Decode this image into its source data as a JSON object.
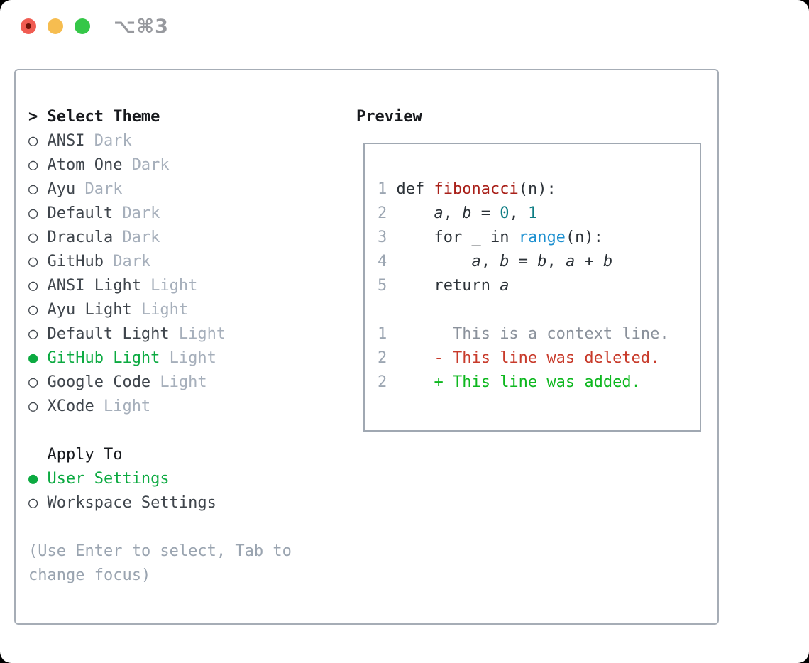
{
  "window": {
    "title": "⌥⌘3"
  },
  "palette": {
    "tl_red": "#f05c52",
    "tl_red_dot": "#6e1309",
    "tl_yellow": "#f6bd50",
    "tl_green": "#35c748",
    "title": "#97999e",
    "panel_border": "#a6adb6",
    "box_border": "#a0a8b2",
    "header": "#17191d",
    "item": "#3f454c",
    "muted": "#a6afbb",
    "selected": "#0caa41",
    "help": "#9aa4b0",
    "code": "#2c3238",
    "var": "#2c3238",
    "func": "#a92019",
    "num": "#0e7d84",
    "builtin": "#1b8fd0",
    "lineno": "#9ca6b2",
    "ctx": "#8a919b",
    "del": "#c83b2b",
    "add": "#0eb71f"
  },
  "glyphs": {
    "header_prefix": ">",
    "unselected_marker": "○",
    "selected_marker": "●"
  },
  "theme_panel": {
    "header": "Select Theme",
    "items": [
      {
        "label": "ANSI",
        "variant": "Dark",
        "selected": false
      },
      {
        "label": "Atom One",
        "variant": "Dark",
        "selected": false
      },
      {
        "label": "Ayu",
        "variant": "Dark",
        "selected": false
      },
      {
        "label": "Default",
        "variant": "Dark",
        "selected": false
      },
      {
        "label": "Dracula",
        "variant": "Dark",
        "selected": false
      },
      {
        "label": "GitHub",
        "variant": "Dark",
        "selected": false
      },
      {
        "label": "ANSI Light",
        "variant": "Light",
        "selected": false
      },
      {
        "label": "Ayu Light",
        "variant": "Light",
        "selected": false
      },
      {
        "label": "Default Light",
        "variant": "Light",
        "selected": false
      },
      {
        "label": "GitHub Light",
        "variant": "Light",
        "selected": true
      },
      {
        "label": "Google Code",
        "variant": "Light",
        "selected": false
      },
      {
        "label": "XCode",
        "variant": "Light",
        "selected": false
      }
    ]
  },
  "apply_panel": {
    "header": "Apply To",
    "options": [
      {
        "label": "User Settings",
        "selected": true
      },
      {
        "label": "Workspace Settings",
        "selected": false
      }
    ]
  },
  "help": {
    "lines": [
      "(Use Enter to select, Tab to",
      "change focus)"
    ]
  },
  "preview": {
    "header": "Preview",
    "code_lines": [
      {
        "segments": [
          {
            "t": "1 ",
            "c": "lineno"
          },
          {
            "t": "def ",
            "c": "code"
          },
          {
            "t": "fibonacci",
            "c": "func"
          },
          {
            "t": "(n):",
            "c": "code"
          }
        ]
      },
      {
        "segments": [
          {
            "t": "2",
            "c": "lineno"
          },
          {
            "t": "     ",
            "c": "code"
          },
          {
            "t": "a",
            "c": "var"
          },
          {
            "t": ", ",
            "c": "code"
          },
          {
            "t": "b",
            "c": "var"
          },
          {
            "t": " = ",
            "c": "code"
          },
          {
            "t": "0",
            "c": "num"
          },
          {
            "t": ", ",
            "c": "code"
          },
          {
            "t": "1",
            "c": "num"
          }
        ]
      },
      {
        "segments": [
          {
            "t": "3",
            "c": "lineno"
          },
          {
            "t": "     ",
            "c": "code"
          },
          {
            "t": "for _ in ",
            "c": "code"
          },
          {
            "t": "range",
            "c": "builtin"
          },
          {
            "t": "(n):",
            "c": "code"
          }
        ]
      },
      {
        "segments": [
          {
            "t": "4",
            "c": "lineno"
          },
          {
            "t": "         ",
            "c": "code"
          },
          {
            "t": "a",
            "c": "var"
          },
          {
            "t": ", ",
            "c": "code"
          },
          {
            "t": "b",
            "c": "var"
          },
          {
            "t": " = ",
            "c": "code"
          },
          {
            "t": "b",
            "c": "var"
          },
          {
            "t": ", ",
            "c": "code"
          },
          {
            "t": "a",
            "c": "var"
          },
          {
            "t": " + ",
            "c": "code"
          },
          {
            "t": "b",
            "c": "var"
          }
        ]
      },
      {
        "segments": [
          {
            "t": "5",
            "c": "lineno"
          },
          {
            "t": "     ",
            "c": "code"
          },
          {
            "t": "return ",
            "c": "code"
          },
          {
            "t": "a",
            "c": "var"
          }
        ]
      }
    ],
    "diff_lines": [
      {
        "segments": [
          {
            "t": "1",
            "c": "lineno"
          },
          {
            "t": "       This is a context line.",
            "c": "ctx"
          }
        ]
      },
      {
        "segments": [
          {
            "t": "2",
            "c": "lineno"
          },
          {
            "t": "     - This line was deleted.",
            "c": "del"
          }
        ]
      },
      {
        "segments": [
          {
            "t": "2",
            "c": "lineno"
          },
          {
            "t": "     + This line was added.",
            "c": "add"
          }
        ]
      }
    ]
  }
}
